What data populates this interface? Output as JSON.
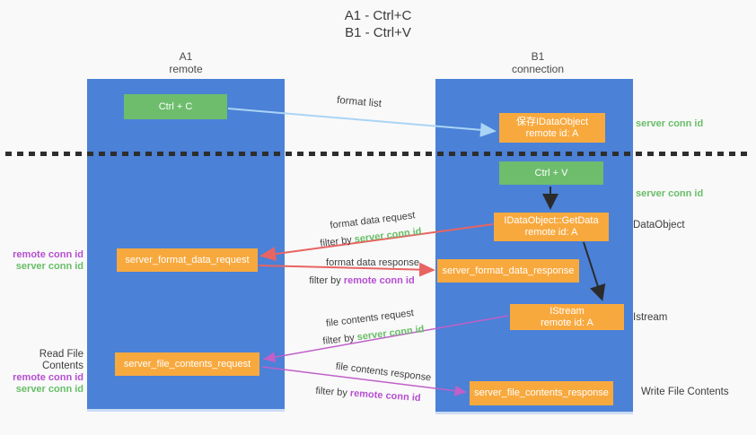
{
  "title": {
    "line1": "A1 - Ctrl+C",
    "line2": "B1 - Ctrl+V"
  },
  "columns": {
    "a1": {
      "name": "A1",
      "subtitle": "remote"
    },
    "b1": {
      "name": "B1",
      "subtitle": "connection"
    }
  },
  "boxes": {
    "ctrl_c": "Ctrl + C",
    "save_dataobject_line1": "保存IDataObject",
    "save_dataobject_line2": "remote id: A",
    "ctrl_v": "Ctrl + V",
    "getdata_line1": "IDataObject::GetData",
    "getdata_line2": "remote id: A",
    "format_request": "server_format_data_request",
    "format_response": "server_format_data_response",
    "istream_line1": "IStream",
    "istream_line2": "remote id: A",
    "file_request": "server_file_contents_request",
    "file_response": "server_file_contents_response"
  },
  "flow_labels": {
    "format_list": "format list",
    "format_data_request": "format data request",
    "format_data_response": "format data response",
    "file_contents_request": "file contents request",
    "file_contents_response": "file contents response",
    "filter_by": "filter by ",
    "server_conn_id": "server conn id",
    "remote_conn_id": "remote conn id"
  },
  "side_labels": {
    "server_conn_id_top": "server conn id",
    "server_conn_id_mid": "server conn id",
    "dataobject": "DataObject",
    "istream": "Istream",
    "write_file_contents": "Write File Contents",
    "read_file_contents": "Read File Contents",
    "remote_conn_id": "remote conn id",
    "server_conn_id": "server conn id"
  },
  "colors": {
    "column_blue": "#4b81d7",
    "box_green": "#6dbd6d",
    "box_orange": "#f8a93e",
    "arrow_red": "#e86462",
    "arrow_magenta": "#c060c8",
    "arrow_light_blue": "#aad4f5",
    "arrow_black": "#2b2b2b",
    "text_green": "#68be67",
    "text_purple": "#b54fd0",
    "background": "#f9f9f9"
  }
}
